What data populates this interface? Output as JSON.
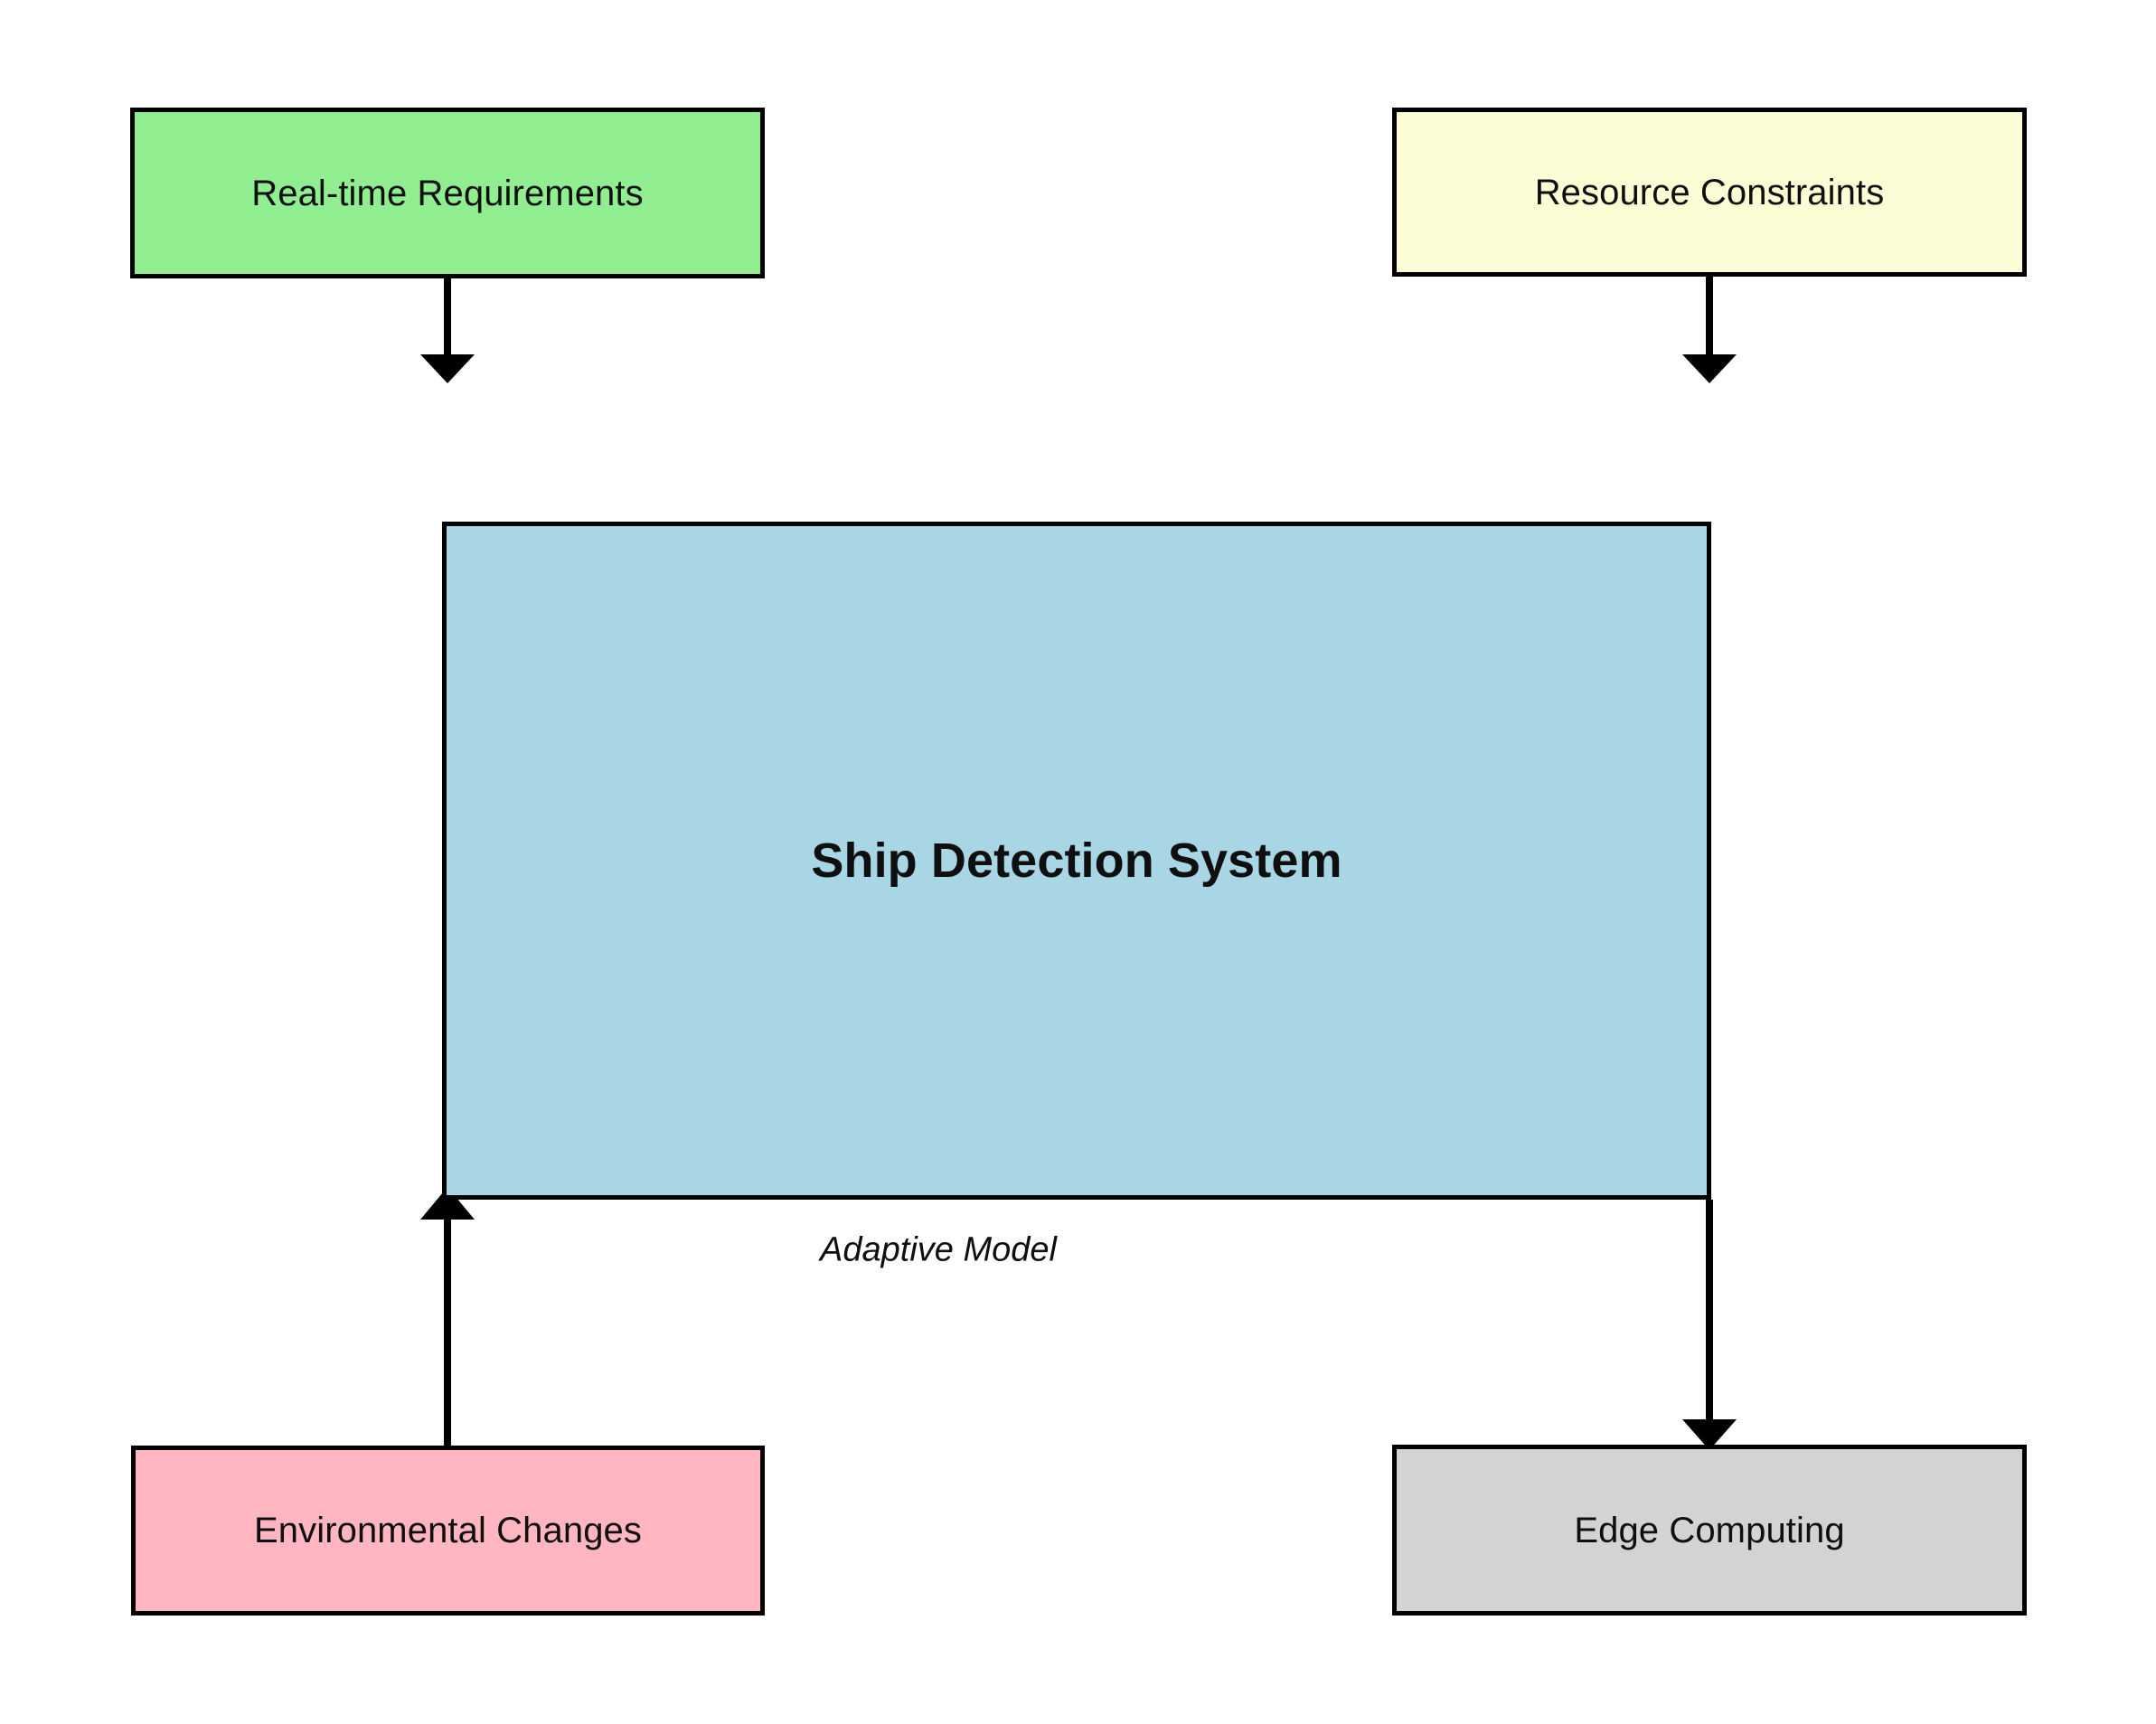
{
  "diagram": {
    "title": "Ship Detection System",
    "type": "flowchart",
    "background_color": "#ffffff",
    "edge_color": "#000000",
    "nodes": [
      {
        "id": "real-time-requirements",
        "label": "Real-time Requirements",
        "fill": "#90ee90",
        "border": "#000000",
        "shape": "rectangle",
        "position": "top-left"
      },
      {
        "id": "resource-constraints",
        "label": "Resource Constraints",
        "fill": "#fdfdd5",
        "border": "#000000",
        "shape": "rectangle",
        "position": "top-right"
      },
      {
        "id": "ship-detection-system",
        "label": "Ship Detection System",
        "fill": "#a9d6e5",
        "border": "#000000",
        "shape": "rectangle",
        "position": "center",
        "emphasis": "bold"
      },
      {
        "id": "environmental-changes",
        "label": "Environmental Changes",
        "fill": "#ffb6c1",
        "border": "#000000",
        "shape": "rectangle",
        "position": "bottom-left"
      },
      {
        "id": "edge-computing",
        "label": "Edge Computing",
        "fill": "#d3d3d3",
        "border": "#000000",
        "shape": "rectangle",
        "position": "bottom-right"
      }
    ],
    "edges": [
      {
        "id": "edge-realtime-down",
        "from": "real-time-requirements",
        "to": "ship-detection-system",
        "label": "",
        "arrow": "down"
      },
      {
        "id": "edge-resource-down",
        "from": "resource-constraints",
        "to": "ship-detection-system",
        "label": "",
        "arrow": "down"
      },
      {
        "id": "edge-environmental-up",
        "from": "environmental-changes",
        "to": "ship-detection-system",
        "label": "",
        "arrow": "up"
      },
      {
        "id": "edge-system-to-edge-computing",
        "from": "ship-detection-system",
        "to": "edge-computing",
        "label": "Adaptive Model",
        "arrow": "down"
      }
    ]
  }
}
